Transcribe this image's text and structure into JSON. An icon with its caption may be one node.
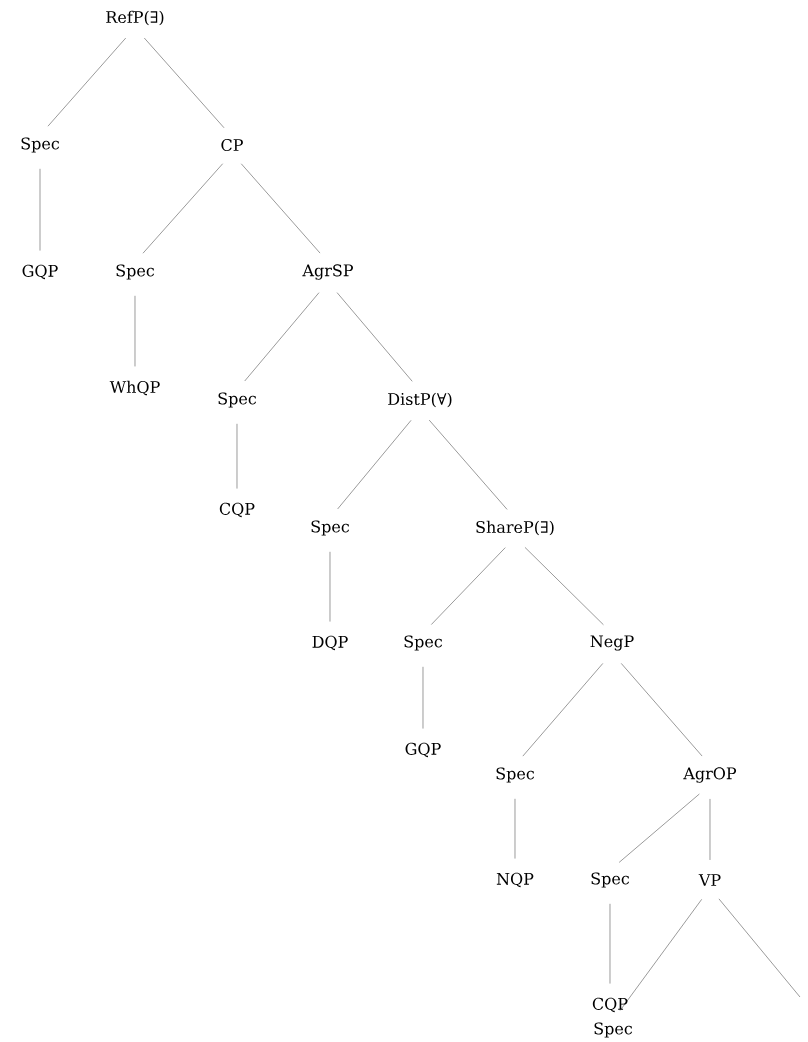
{
  "diagram": {
    "nodes": [
      {
        "text": [
          "RefP(∃)"
        ]
      },
      {
        "text": [
          "Spec"
        ]
      },
      {
        "text": [
          "CP"
        ]
      },
      {
        "text": [
          "GQP"
        ]
      },
      {
        "text": [
          "Spec"
        ]
      },
      {
        "text": [
          "AgrSP"
        ]
      },
      {
        "text": [
          "WhQP"
        ]
      },
      {
        "text": [
          "Spec"
        ]
      },
      {
        "text": [
          "DistP(∀)"
        ]
      },
      {
        "text": [
          "CQP"
        ]
      },
      {
        "text": [
          "Spec"
        ]
      },
      {
        "text": [
          "ShareP(∃)"
        ]
      },
      {
        "text": [
          "DQP"
        ]
      },
      {
        "text": [
          "Spec"
        ]
      },
      {
        "text": [
          "NegP"
        ]
      },
      {
        "text": [
          "GQP"
        ]
      },
      {
        "text": [
          "Spec"
        ]
      },
      {
        "text": [
          "AgrOP"
        ]
      },
      {
        "text": [
          "NQP"
        ]
      },
      {
        "text": [
          "Spec"
        ]
      },
      {
        "text": [
          "VP"
        ]
      },
      {
        "text": [
          "CQP"
        ]
      },
      {
        "text": [
          "Spec"
        ]
      }
    ],
    "edges": [
      {
        "from": 0,
        "to": 1,
        "arrow": "none"
      },
      {
        "from": 0,
        "to": 2,
        "arrow": "none"
      },
      {
        "from": 1,
        "to": 3,
        "arrow": "none"
      },
      {
        "from": 2,
        "to": 4,
        "arrow": "none"
      },
      {
        "from": 2,
        "to": 5,
        "arrow": "none"
      },
      {
        "from": 4,
        "to": 6,
        "arrow": "none"
      },
      {
        "from": 5,
        "to": 7,
        "arrow": "none"
      },
      {
        "from": 5,
        "to": 8,
        "arrow": "none"
      },
      {
        "from": 7,
        "to": 9,
        "arrow": "none"
      },
      {
        "from": 8,
        "to": 10,
        "arrow": "none"
      },
      {
        "from": 8,
        "to": 11,
        "arrow": "none"
      },
      {
        "from": 10,
        "to": 12,
        "arrow": "none"
      },
      {
        "from": 11,
        "to": 13,
        "arrow": "none"
      },
      {
        "from": 11,
        "to": 14,
        "arrow": "none"
      },
      {
        "from": 13,
        "to": 15,
        "arrow": "none"
      },
      {
        "from": 14,
        "to": 16,
        "arrow": "none"
      },
      {
        "from": 14,
        "to": 17,
        "arrow": "none"
      },
      {
        "from": 16,
        "to": 18,
        "arrow": "none"
      },
      {
        "from": 17,
        "to": 19,
        "arrow": "none"
      },
      {
        "from": 17,
        "to": 20,
        "arrow": "none"
      },
      {
        "from": 19,
        "to": 21,
        "arrow": "none"
      },
      {
        "from": 20,
        "to": 22,
        "arrow": "none"
      },
      {
        "from": 20,
        "to": null,
        "arrow": "none"
      }
    ]
  }
}
